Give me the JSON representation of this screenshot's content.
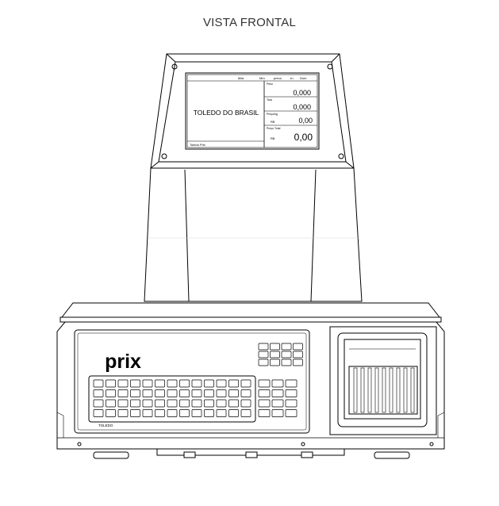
{
  "title": "VISTA FRONTAL",
  "display": {
    "brand_text": "TOLEDO DO BRASIL",
    "header_labels": [
      "Máx",
      "Mín",
      "preco",
      "e=",
      "Dom"
    ],
    "weight_label": "Peso",
    "weight_value": "0,000",
    "tare_label": "Tara",
    "tare_value": "0,000",
    "unit_price_label": "Preço/kg",
    "currency": "R$",
    "unit_price_value": "0,00",
    "total_label": "Preço Total",
    "total_value": "0,00",
    "footer_text": "Toledo Prix"
  },
  "panel": {
    "logo": "prix",
    "model_label": "TOLEDO"
  }
}
